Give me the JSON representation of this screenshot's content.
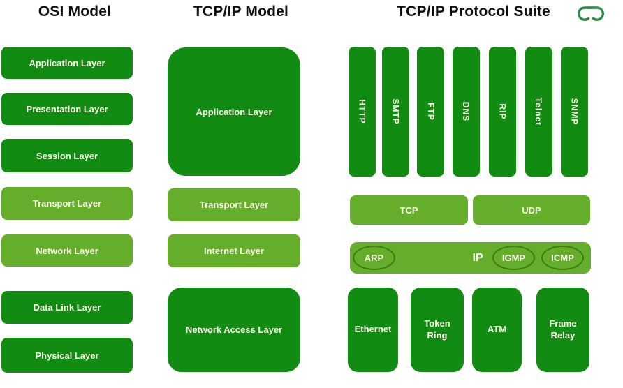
{
  "colors": {
    "dark_green": "#118b11",
    "light_green": "#65ae2c",
    "label_text": "#fbfbe8",
    "oval_outline": "#3c7d12",
    "heading_text": "#111111",
    "logo_green": "#2f8d46"
  },
  "headers": {
    "osi": "OSI Model",
    "tcpip": "TCP/IP Model",
    "suite": "TCP/IP Protocol Suite"
  },
  "osi_model": {
    "layers": [
      {
        "label": "Application Layer",
        "tone": "dark"
      },
      {
        "label": "Presentation Layer",
        "tone": "dark"
      },
      {
        "label": "Session Layer",
        "tone": "dark"
      },
      {
        "label": "Transport Layer",
        "tone": "light"
      },
      {
        "label": "Network Layer",
        "tone": "light"
      },
      {
        "label": "Data Link Layer",
        "tone": "dark"
      },
      {
        "label": "Physical Layer",
        "tone": "dark"
      }
    ]
  },
  "tcpip_model": {
    "layers": [
      {
        "label": "Application Layer",
        "tone": "dark",
        "size": "large"
      },
      {
        "label": "Transport Layer",
        "tone": "light",
        "size": "normal"
      },
      {
        "label": "Internet Layer",
        "tone": "light",
        "size": "normal"
      },
      {
        "label": "Network Access Layer",
        "tone": "dark",
        "size": "large"
      }
    ]
  },
  "protocol_suite": {
    "application_protocols": [
      "HTTP",
      "SMTP",
      "FTP",
      "DNS",
      "RIP",
      "Telnet",
      "SNMP"
    ],
    "transport_protocols": [
      "TCP",
      "UDP"
    ],
    "internet_layer": {
      "main": "IP",
      "protocols": [
        "ARP",
        "IGMP",
        "ICMP"
      ]
    },
    "network_access_protocols": [
      "Ethernet",
      "Token Ring",
      "ATM",
      "Frame Relay"
    ]
  }
}
